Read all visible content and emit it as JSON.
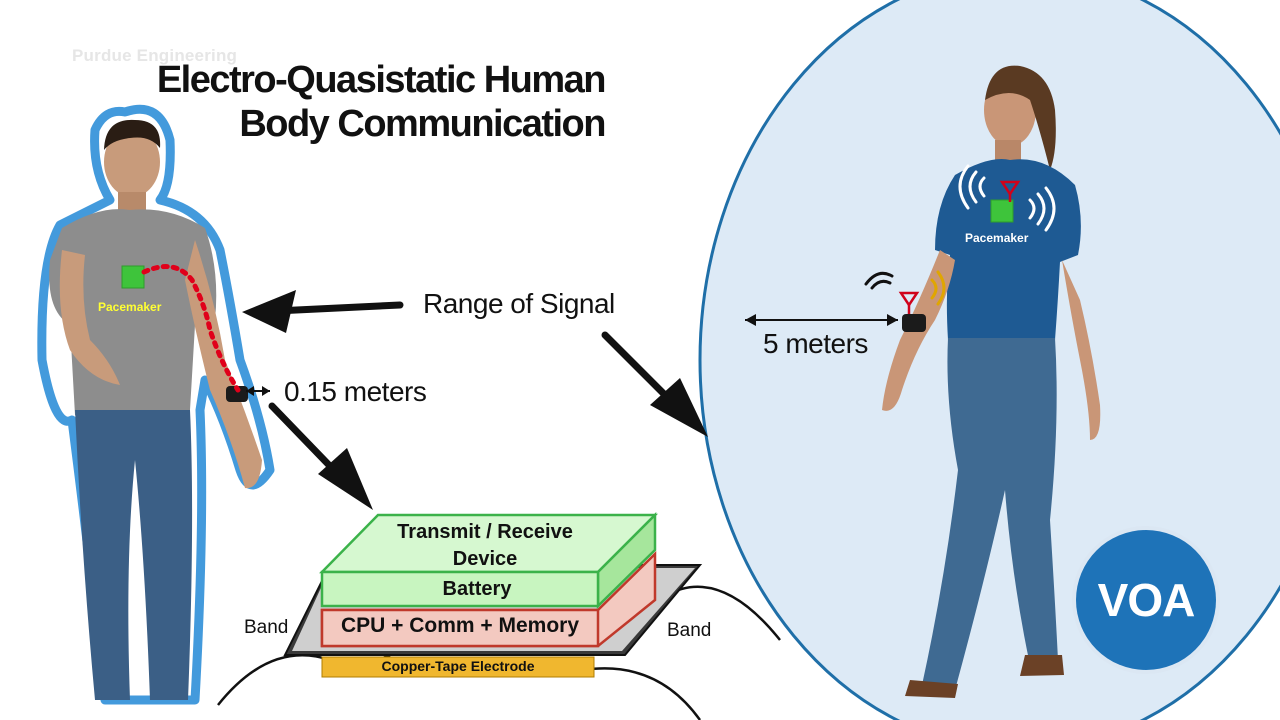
{
  "watermark": "Purdue Engineering",
  "title": {
    "line1": "Electro-Quasistatic Human",
    "line2": "Body Communication"
  },
  "labels": {
    "range_of_signal": "Range of Signal",
    "short_distance": "0.15 meters",
    "long_distance": "5 meters",
    "pacemaker_left": "Pacemaker",
    "pacemaker_right": "Pacemaker"
  },
  "device": {
    "transmit_receive": "Transmit / Receive Device",
    "battery": "Battery",
    "cpu": "CPU + Comm + Memory",
    "electrode": "Copper-Tape Electrode",
    "band_left": "Band",
    "band_right": "Band"
  },
  "logo": "VOA",
  "colors": {
    "green_layer": "#c8f5c0",
    "green_border": "#3bb24a",
    "cpu_layer": "#f3c9c0",
    "cpu_border": "#c0392b",
    "electrode": "#f0b72f",
    "body_glow": "#2f8fd8",
    "ellipse_fill": "#ddeaf6",
    "ellipse_border": "#1f6fa8",
    "signal_path": "#e0001a",
    "pacemaker": "#3ec43b",
    "voa_blue": "#1e73b8"
  }
}
